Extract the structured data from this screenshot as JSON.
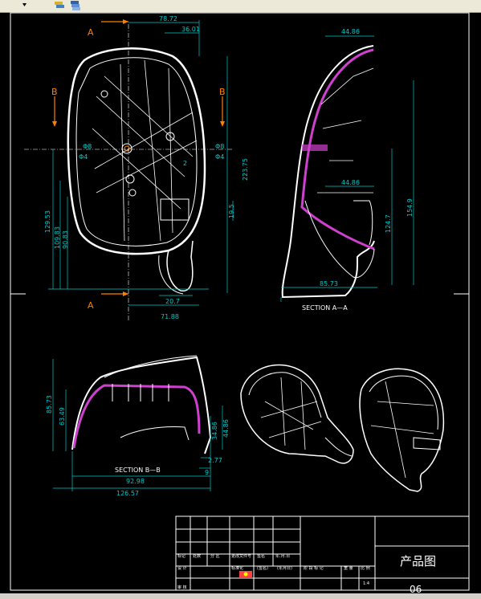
{
  "colors": {
    "outline": "#ffffff",
    "dimension": "#00c8c8",
    "section_marker": "#ff8000",
    "hatch": "#d040d0",
    "background": "#000000"
  },
  "view_front": {
    "dims": [
      "78.72",
      "36.01",
      "Φ8",
      "Φ4",
      "Φ8",
      "Φ4",
      "2",
      "223.75",
      "129.53",
      "109.83",
      "90.83",
      "19.5",
      "20.7",
      "71.88"
    ],
    "section_a": "A",
    "section_b": "B"
  },
  "view_side": {
    "dims": [
      "44.86",
      "44.86",
      "154.9",
      "124.7",
      "85.73"
    ],
    "caption": "SECTION  A—A"
  },
  "view_bottom": {
    "dims": [
      "85.73",
      "63.49",
      "34.86",
      "44.86",
      "2.77",
      "9",
      "92.98",
      "126.57"
    ],
    "caption": "SECTION  B—B"
  },
  "title_block": {
    "labels": [
      "标记",
      "处数",
      "分 区",
      "更改文件号",
      "签名",
      "年.月.日"
    ],
    "row2": [
      "设 计",
      "标准化",
      "(签名)",
      "(年月日)"
    ],
    "stage_row": [
      "阶 段 标 记",
      "重 量",
      "比 例"
    ],
    "row3": "审 核",
    "scale": "1:4",
    "drawing_title": "产品图",
    "drawing_no": "06"
  }
}
